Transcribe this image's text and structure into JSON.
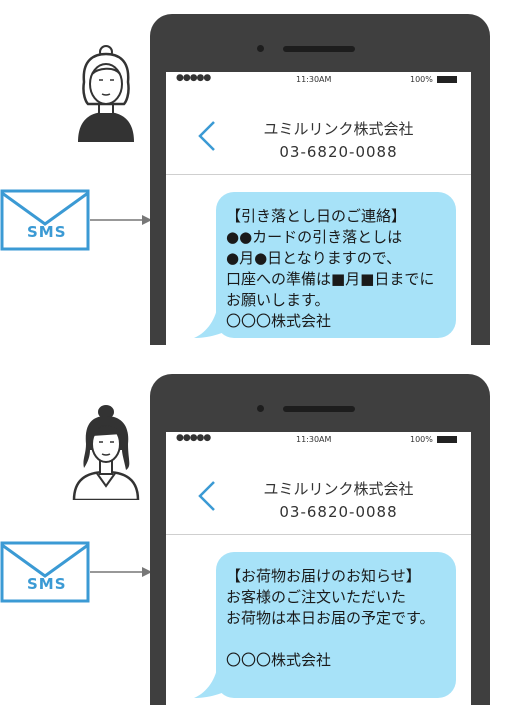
{
  "panels": [
    {
      "status": {
        "signal": "●●●●●",
        "time": "11:30AM",
        "battery": "100%"
      },
      "header": {
        "company": "ユミルリンク株式会社",
        "phone": "03-6820-0088"
      },
      "sms_label": "SMS",
      "message_lines": [
        "【引き落とし日のご連絡】",
        "●●カードの引き落としは",
        "●月●日となりますので、",
        "口座への準備は■月■日までに",
        "お願いします。",
        "〇〇〇株式会社"
      ]
    },
    {
      "status": {
        "signal": "●●●●●",
        "time": "11:30AM",
        "battery": "100%"
      },
      "header": {
        "company": "ユミルリンク株式会社",
        "phone": "03-6820-0088"
      },
      "sms_label": "SMS",
      "message_lines": [
        "【お荷物お届けのお知らせ】",
        "お客様のご注文いただいた",
        "お荷物は本日お届の予定です。",
        "",
        "〇〇〇株式会社"
      ]
    }
  ],
  "colors": {
    "accent": "#3b9ad4",
    "bubble": "#a7e2f8",
    "phone_body": "#3f3f3f"
  },
  "icons": [
    "person-older-woman-icon",
    "person-young-woman-icon",
    "sms-envelope-icon",
    "arrow-right-icon",
    "back-chevron-icon"
  ]
}
